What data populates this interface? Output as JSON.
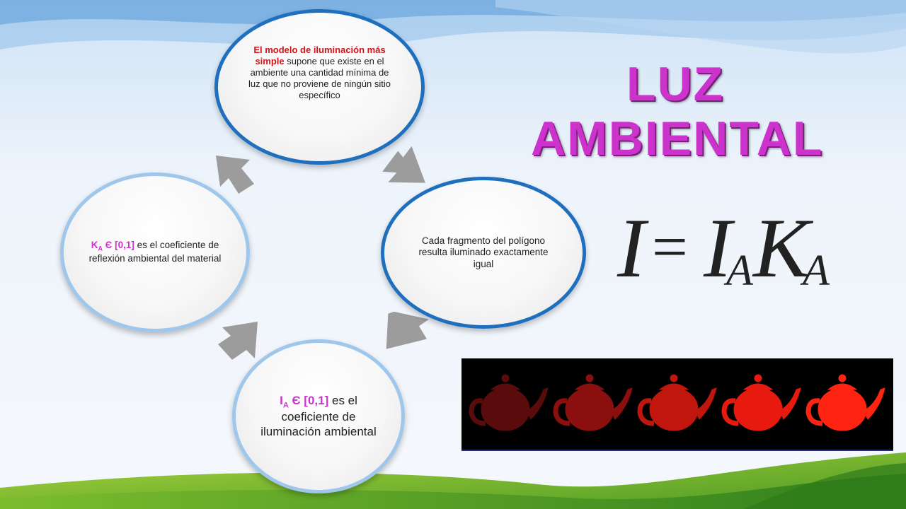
{
  "title": {
    "line1": "LUZ",
    "line2": "AMBIENTAL"
  },
  "nodes": {
    "n1": {
      "bold": "El modelo de iluminación más simple",
      "rest": " supone que existe en el ambiente una cantidad mínima de luz que no proviene  de ningún sitio específico"
    },
    "n2": {
      "text": "Cada fragmento del polígono resulta  iluminado exactamente igual"
    },
    "n3": {
      "hl_main": "I",
      "hl_sub": "A",
      "hl_rest": " Є [0,1]",
      "rest": " es el coeficiente de iluminación ambiental"
    },
    "n4": {
      "hl_main": "K",
      "hl_sub": "A",
      "hl_rest": " Є [0,1]",
      "rest": " es el coeficiente de reflexión ambiental del material"
    }
  },
  "formula": {
    "i": "I",
    "eq": "=",
    "ia": "I",
    "a1": "A",
    "k": "K",
    "a2": "A"
  },
  "teapot_colors": [
    "#5a0c0c",
    "#8c0f0f",
    "#c0160e",
    "#e8190f",
    "#ff2412"
  ]
}
